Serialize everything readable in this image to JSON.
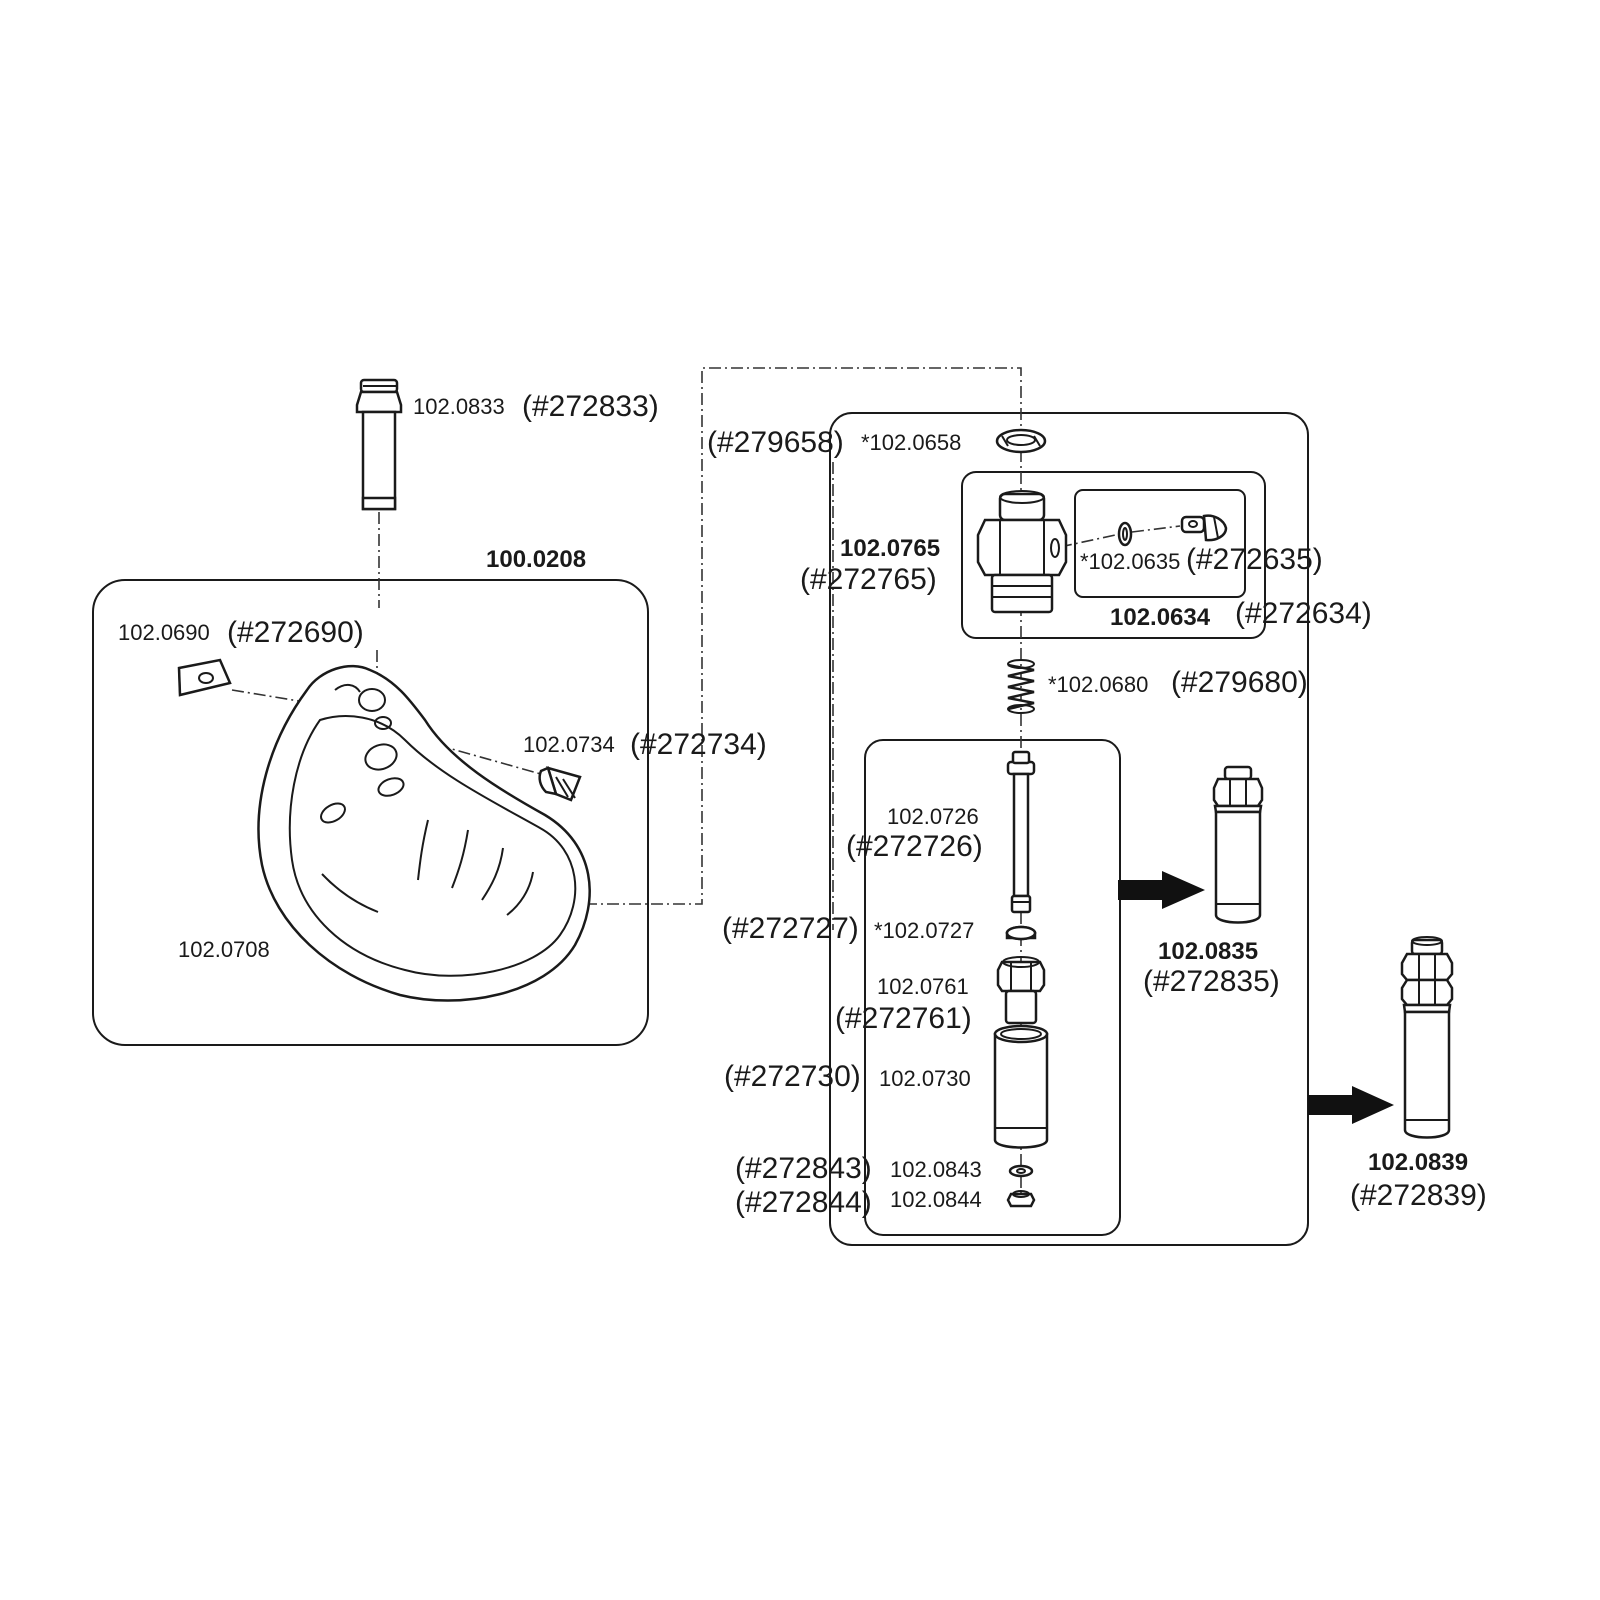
{
  "labels": {
    "p0833": "102.0833",
    "r272833": "(#272833)",
    "asm0208": "100.0208",
    "p0690": "102.0690",
    "r272690": "(#272690)",
    "p0734": "102.0734",
    "r272734": "(#272734)",
    "p0708": "102.0708",
    "r279658": "(#279658)",
    "p0658": "*102.0658",
    "p0765": "102.0765",
    "r272765": "(#272765)",
    "p0635": "*102.0635",
    "r272635": "(#272635)",
    "asm0634": "102.0634",
    "r272634": "(#272634)",
    "p0680": "*102.0680",
    "r279680": "(#279680)",
    "p0726": "102.0726",
    "r272726": "(#272726)",
    "r272727": "(#272727)",
    "p0727": "*102.0727",
    "p0761": "102.0761",
    "r272761": "(#272761)",
    "r272730": "(#272730)",
    "p0730": "102.0730",
    "r272843": "(#272843)",
    "p0843": "102.0843",
    "r272844": "(#272844)",
    "p0844": "102.0844",
    "p0835": "102.0835",
    "r272835": "(#272835)",
    "p0839": "102.0839",
    "r272839": "(#272839)"
  }
}
